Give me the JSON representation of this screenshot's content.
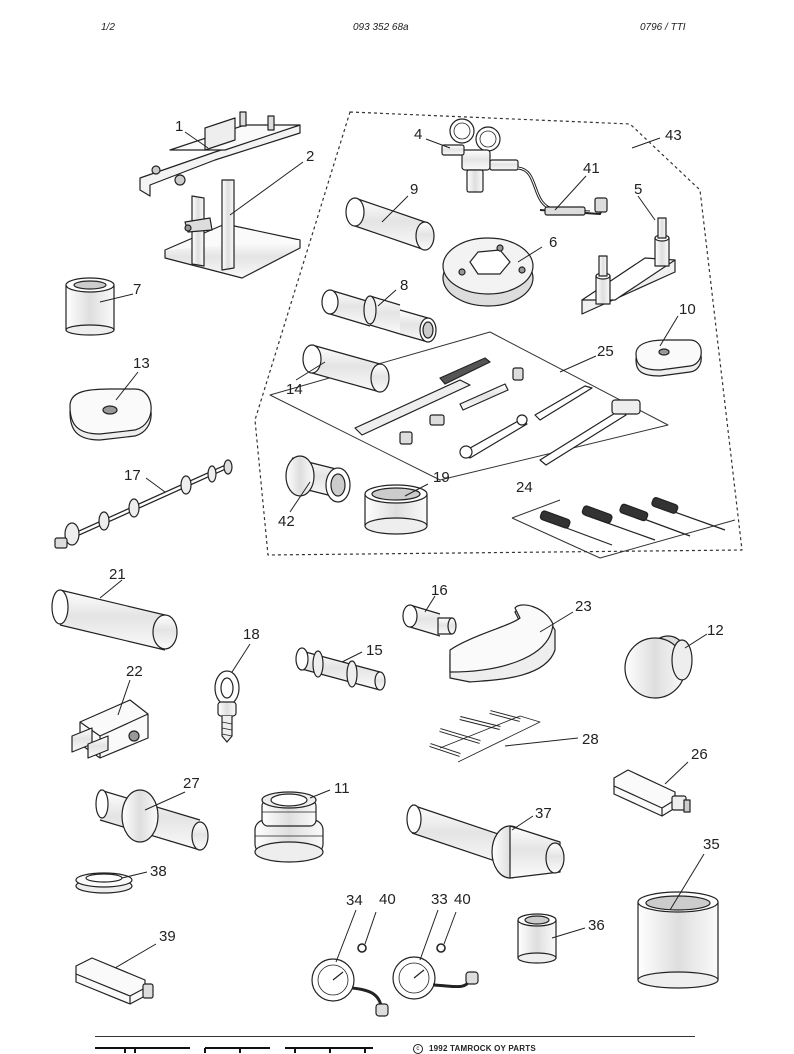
{
  "header": {
    "page": "1/2",
    "doc_number": "093 352 68a",
    "revision": "0796  /  TTI"
  },
  "labels": {
    "l1": "1",
    "l2": "2",
    "l4": "4",
    "l43": "43",
    "l9": "9",
    "l41": "41",
    "l5": "5",
    "l6": "6",
    "l7": "7",
    "l8": "8",
    "l10": "10",
    "l13": "13",
    "l14": "14",
    "l25": "25",
    "l17": "17",
    "l19": "19",
    "l42": "42",
    "l24": "24",
    "l21": "21",
    "l16": "16",
    "l23": "23",
    "l18": "18",
    "l15": "15",
    "l12": "12",
    "l22": "22",
    "l28": "28",
    "l26": "26",
    "l27": "27",
    "l11": "11",
    "l37": "37",
    "l35": "35",
    "l38": "38",
    "l34": "34",
    "l40a": "40",
    "l33": "33",
    "l40b": "40",
    "l39": "39",
    "l36": "36"
  },
  "footer": {
    "copyright_symbol": "c",
    "copyright": "1992  TAMROCK OY PARTS"
  }
}
